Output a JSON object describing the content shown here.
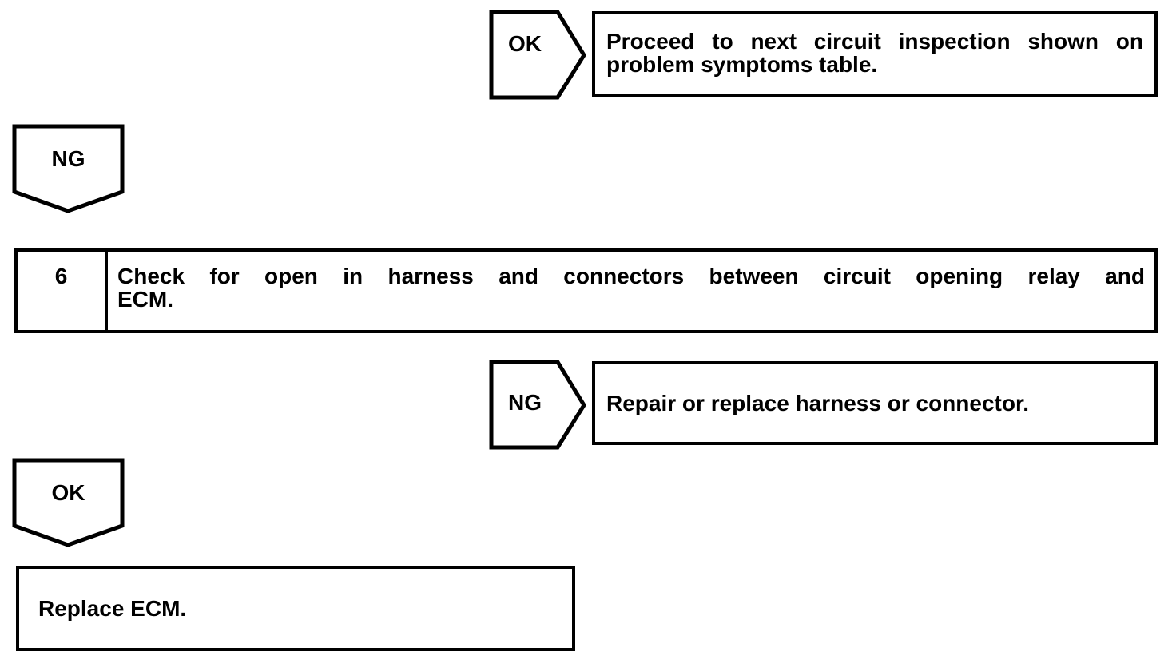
{
  "page": {
    "background_color": "#ffffff",
    "ink_color": "#000000"
  },
  "flowchart": {
    "ok_branch": {
      "connector_label": "OK",
      "result_lines": [
        "Proceed to next circuit inspection shown on",
        "problem symptoms table."
      ]
    },
    "ng_connector": {
      "label": "NG"
    },
    "step": {
      "number": "6",
      "instruction_lines": [
        "Check for open in harness and connectors between circuit opening relay and",
        "ECM."
      ]
    },
    "ng_branch": {
      "connector_label": "NG",
      "result_text": "Repair or replace harness or connector."
    },
    "ok_connector": {
      "label": "OK"
    },
    "final_action": {
      "text": "Replace ECM."
    }
  }
}
